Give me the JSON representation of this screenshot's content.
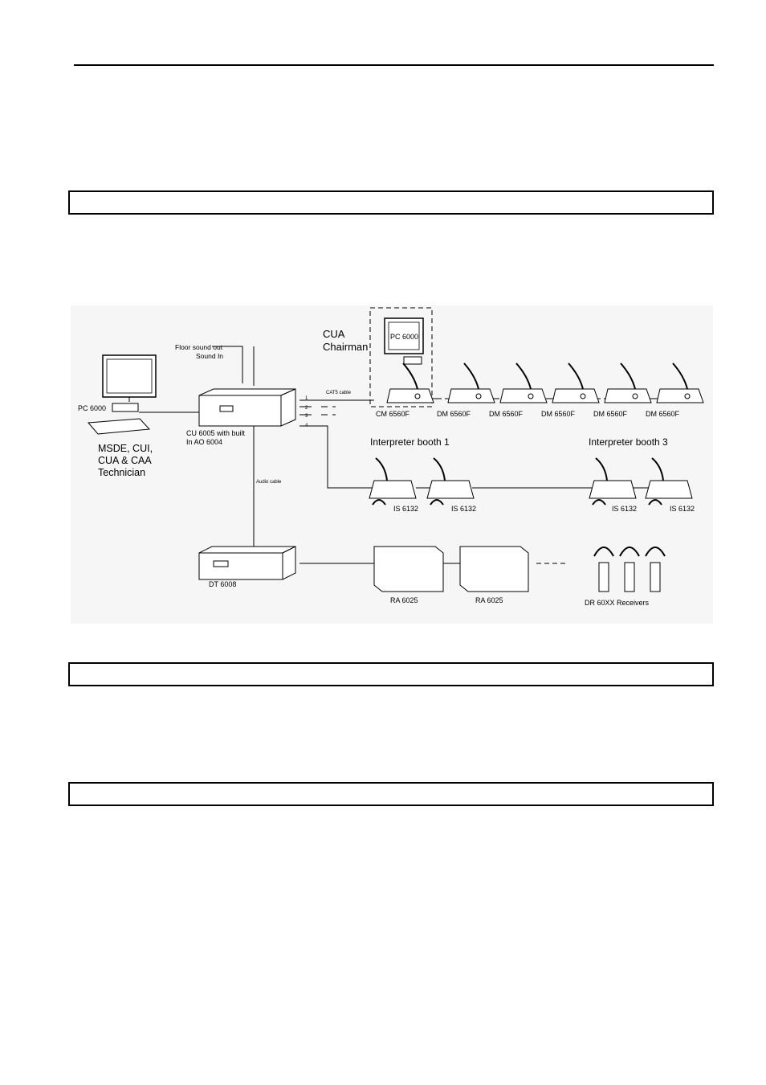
{
  "labels": {
    "floor_sound_out": "Floor sound out",
    "sound_in": "Sound In",
    "cua_chairman_1": "CUA",
    "cua_chairman_2": "Chairman",
    "pc_6000_chair": "PC 6000",
    "pc_6000_tech": "PC 6000",
    "tech_line1": "MSDE, CUI,",
    "tech_line2": "CUA & CAA",
    "tech_line3": "Technician",
    "cu_line1": "CU 6005 with built",
    "cu_line2": "In AO 6004",
    "cat5": "CAT5 cable",
    "port1": "1",
    "port2": "2",
    "port3": "3",
    "port4": "4",
    "audio_cable": "Audio cable",
    "cm": "CM 6560F",
    "dm1": "DM 6560F",
    "dm2": "DM 6560F",
    "dm3": "DM 6560F",
    "dm4": "DM 6560F",
    "dm5": "DM 6560F",
    "booth1": "Interpreter booth 1",
    "booth3": "Interpreter booth 3",
    "is1": "IS 6132",
    "is2": "IS 6132",
    "is3": "IS 6132",
    "is4": "IS 6132",
    "dt": "DT 6008",
    "ra1": "RA 6025",
    "ra2": "RA 6025",
    "receivers": "DR 60XX Receivers"
  }
}
